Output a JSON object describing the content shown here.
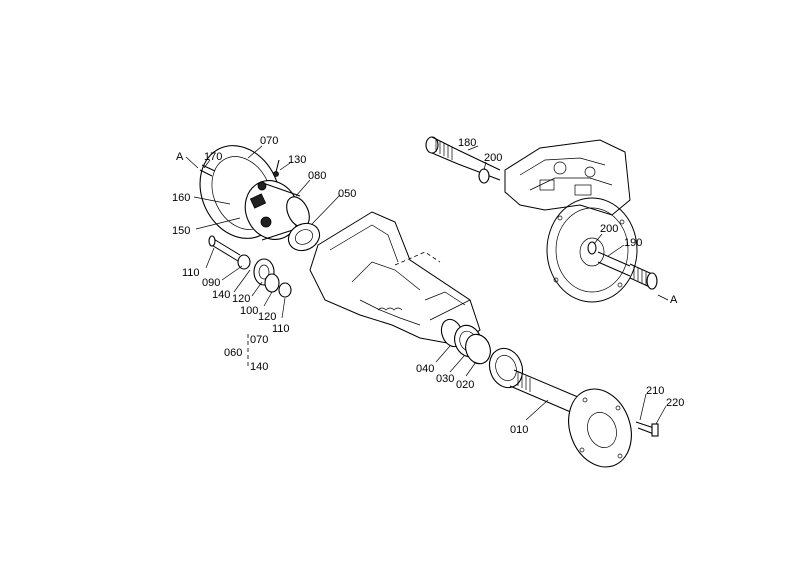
{
  "labels": {
    "a_top": "A",
    "p170": "170",
    "p070_top": "070",
    "p130": "130",
    "p080": "080",
    "p050": "050",
    "p160": "160",
    "p150": "150",
    "p110_left": "110",
    "p090": "090",
    "p140": "140",
    "p120_left": "120",
    "p100": "100",
    "p120_right": "120",
    "p110_right": "110",
    "p060": "060",
    "p070_group": "070",
    "p140_group": "140",
    "p180": "180",
    "p200_top": "200",
    "p200_right": "200",
    "p190": "190",
    "a_right": "A",
    "p040": "040",
    "p030": "030",
    "p020": "020",
    "p010": "010",
    "p210": "210",
    "p220": "220"
  }
}
